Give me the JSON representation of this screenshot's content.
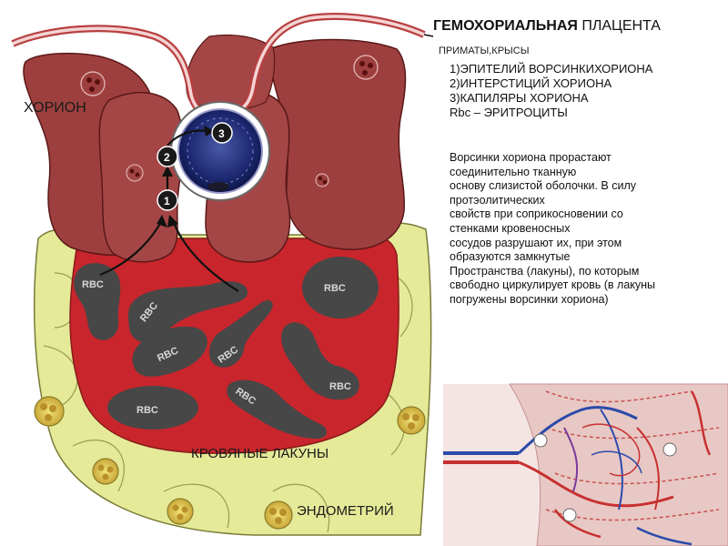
{
  "title": {
    "bold": "ГЕМОХОРИАЛЬНАЯ",
    "rest": " ПЛАЦЕНТА"
  },
  "subtitle": "ПРИМАТЫ,КРЫСЫ",
  "legend": [
    "1)ЭПИТЕЛИЙ ВОРСИНКИХОРИОНА",
    "2)ИНТЕРСТИЦИЙ ХОРИОНА",
    "3)КАПИЛЯРЫ ХОРИОНА",
    "Rbc – ЭРИТРОЦИТЫ"
  ],
  "description_lines": [
    "Ворсинки хориона прорастают",
    "соединительно тканную",
    "основу слизистой оболочки. В силу",
    "протэолитических",
    "свойств при соприкосновении со",
    "стенками кровеносных",
    " сосудов разрушают их, при этом",
    "образуются замкнутые",
    "Пространства (лакуны), по которым",
    "свободно циркулирует кровь (в лакуны",
    "погружены ворсинки хориона)"
  ],
  "labels": {
    "chorion": "ХОРИОН",
    "lacunae": "КРОВЯНЫЕ ЛАКУНЫ",
    "endometrium": "ЭНДОМЕТРИЙ"
  },
  "cells": {
    "rbc_label": "RBC",
    "markers": [
      "1",
      "2",
      "3"
    ]
  },
  "colors": {
    "chorion": "#9e3f3f",
    "lacuna_blood": "#c8262c",
    "endometrium": "#e6ec9a",
    "rbc": "#4a4a4a",
    "capillary": "#1a2a6e"
  }
}
